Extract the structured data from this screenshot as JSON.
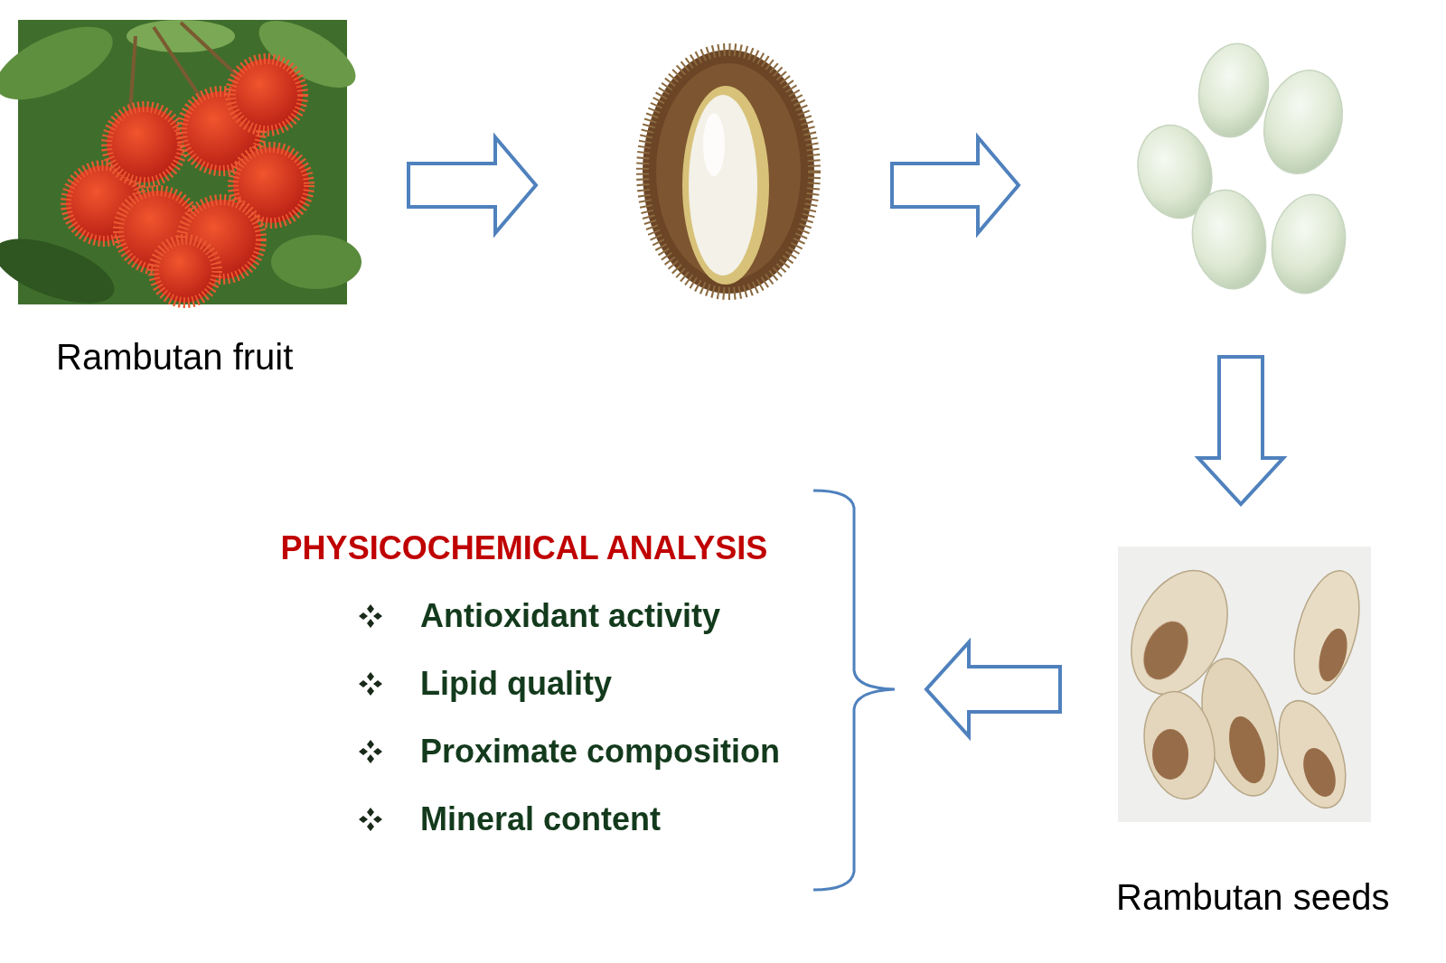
{
  "diagram": {
    "nodes": [
      {
        "text": [
          "Rambutan fruit"
        ]
      },
      {
        "text": [
          "Rambutan seeds"
        ]
      },
      {
        "text": [
          "PHYSICOCHEMICAL ANALYSIS",
          "Antioxidant activity",
          "Lipid quality",
          "Proximate composition",
          "Mineral content"
        ]
      }
    ],
    "edges": [
      {
        "from": 1,
        "to": 2,
        "arrow": "to"
      }
    ]
  }
}
